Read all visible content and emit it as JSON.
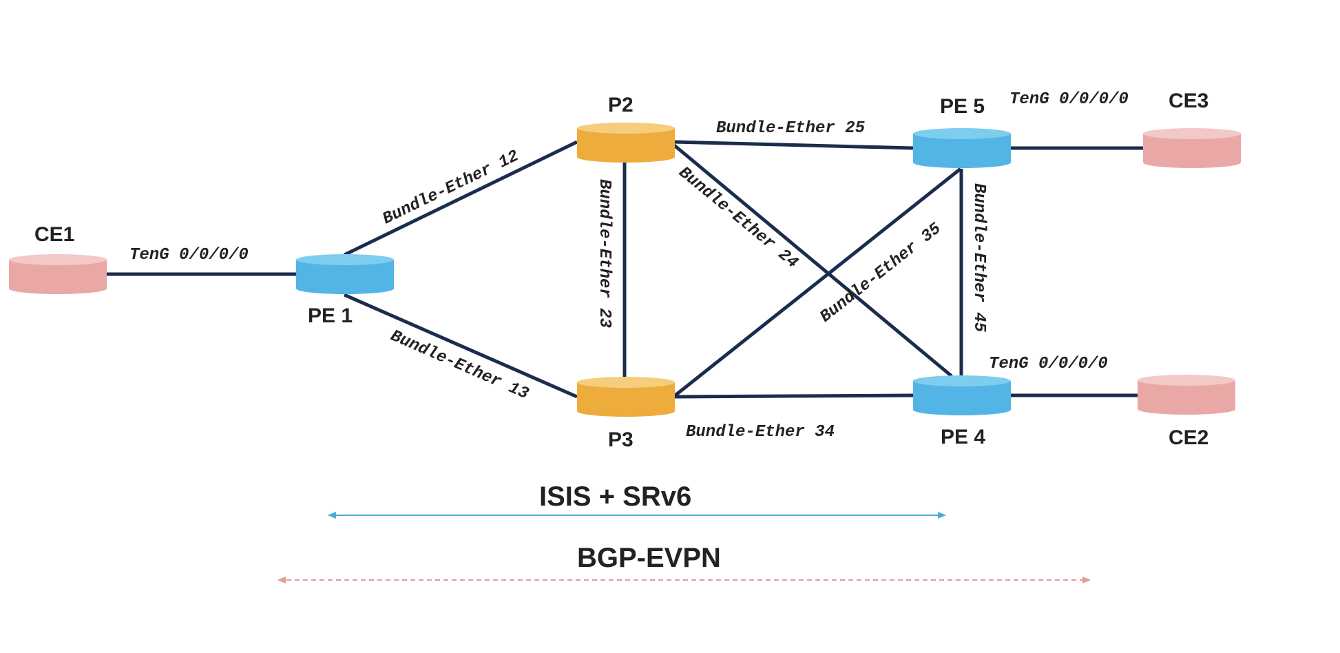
{
  "nodes": {
    "ce1": {
      "label": "CE1",
      "color": "#e9a8a6",
      "top_color": "#f3c9c7"
    },
    "pe1": {
      "label": "PE 1",
      "color": "#52b5e6",
      "top_color": "#7dcdef"
    },
    "p2": {
      "label": "P2",
      "color": "#eeac3d",
      "top_color": "#f6cd7c"
    },
    "p3": {
      "label": "P3",
      "color": "#eeac3d",
      "top_color": "#f6cd7c"
    },
    "pe5": {
      "label": "PE 5",
      "color": "#52b5e6",
      "top_color": "#7dcdef"
    },
    "pe4": {
      "label": "PE 4",
      "color": "#52b5e6",
      "top_color": "#7dcdef"
    },
    "ce3": {
      "label": "CE3",
      "color": "#e9a8a6",
      "top_color": "#f3c9c7"
    },
    "ce2": {
      "label": "CE2",
      "color": "#e9a8a6",
      "top_color": "#f3c9c7"
    }
  },
  "links": {
    "ce1_pe1": "TenG 0/0/0/0",
    "pe1_p2": "Bundle-Ether 12",
    "pe1_p3": "Bundle-Ether 13",
    "p2_p3": "Bundle-Ether 23",
    "p2_pe5": "Bundle-Ether 25",
    "p2_pe4": "Bundle-Ether 24",
    "p3_pe5": "Bundle-Ether 35",
    "p3_pe4": "Bundle-Ether 34",
    "pe5_pe4": "Bundle-Ether 45",
    "pe5_ce3": "TenG 0/0/0/0",
    "pe4_ce2": "TenG 0/0/0/0"
  },
  "protocols": {
    "isis": {
      "label": "ISIS + SRv6",
      "color": "#4aa8dd"
    },
    "bgp": {
      "label": "BGP-EVPN",
      "color": "#e89a96"
    }
  },
  "link_color": "#1b2d4f"
}
